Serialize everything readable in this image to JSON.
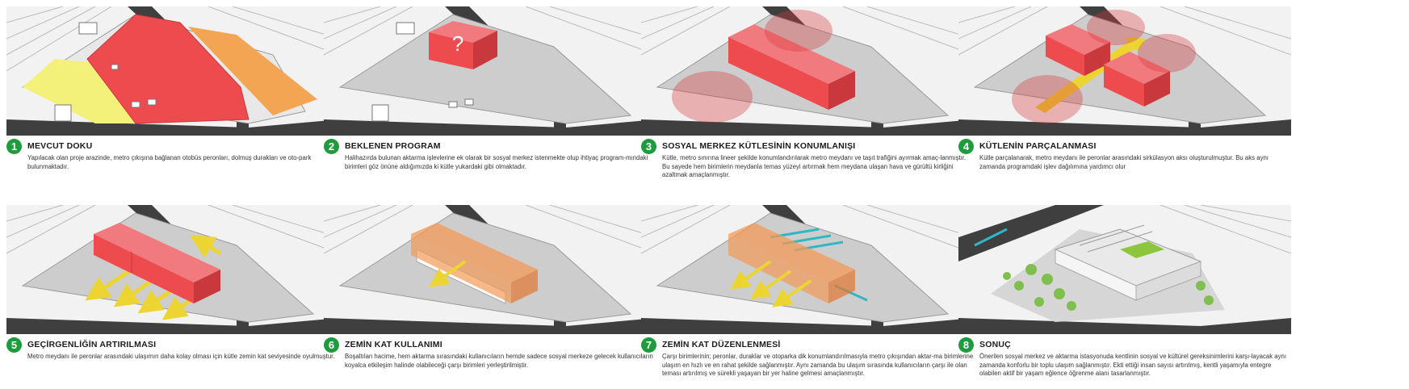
{
  "steps": [
    {
      "number": "1",
      "title": "MEVCUT DOKU",
      "text": "Yapılacak olan proje arazinde, metro çıkışına bağlanan otobüs peronları, dolmuş durakları ve oto-park bulunmaktadır."
    },
    {
      "number": "2",
      "title": "BEKLENEN PROGRAM",
      "text": "Halihazırda bulunan aktarma işlevlerine ek olarak bir sosyal merkez istenmekte olup ihtiyaç program-mındaki birimleri göz önüne aldığımızda ki kütle yukardaki gibi olmaktadır.",
      "symbol": "?"
    },
    {
      "number": "3",
      "title": "SOSYAL MERKEZ KÜTLESİNİN KONUMLANIŞI",
      "text": "Kütle, metro sınırına lineer şekilde konumlandırılarak metro meydanı ve taşıt trafiğini ayırmak amaç-lanmıştır. Bu sayede hem birimlerin meydanla temas yüzeyi artırmak hem meydana ulaşan hava ve gürültü kirliğini azaltmak amaçlanmıştır."
    },
    {
      "number": "4",
      "title": "KÜTLENİN PARÇALANMASI",
      "text": "Kütle parçalanarak, metro meydanı ile peronlar arasındaki sirkülasyon aksı oluşturulmuştur. Bu aks aynı zamanda programdaki işlev dağılımına yardımcı olur"
    },
    {
      "number": "5",
      "title": "GEÇİRGENLİĞİN ARTIRILMASI",
      "text": "Metro meydanı ile peronlar arasındaki ulaşımın daha kolay olması için kütle zemin kat seviyesinde oyulmuştur."
    },
    {
      "number": "6",
      "title": "ZEMİN KAT KULLANIMI",
      "text": "Boşaltılan hacime, hem aktarma sırasındaki kullanıcıların hemde sadece sosyal merkeze gelecek kullanıcıların koyalca etkileşim halinde olabileceği çarşı birimleri yerleştirilmiştir."
    },
    {
      "number": "7",
      "title": "ZEMİN KAT DÜZENLENMESİ",
      "text": "Çarşı birimlerinin; peronlar, duraklar ve otoparka dik konumlandırılmasıyla metro çıkışından aktar-ma birimlerine ulaşım en hızlı ve en rahat şekilde sağlanmıştır. Aynı zamanda bu ulaşım sırasında kullanıcıların çarşı ile olan teması artırılmış ve sürekli yaşayan bir yer haline gelmesi amaçlanmıştır."
    },
    {
      "number": "8",
      "title": "SONUÇ",
      "text": "Önerilen sosyal merkez ve aktarma istasyonuda kentlinin sosyal ve kültürel gereksinimlerini karşı-layacak aynı zamanda konforlu bir toplu ulaşım sağlanmıştır. Ekti ettiği insan sayısı artırılmış, kentli yaşamıyla entegre olabilen aktif bir yaşam eğlence öğrenme alanı tasarlanmıştır."
    }
  ],
  "colors": {
    "badge": "#1e9b3c",
    "mass": "#ee4b4f",
    "road": "#3f3f3f",
    "site": "#cdcdcd",
    "zone_yellow": "#f4f17a",
    "zone_orange": "#f3a553",
    "axis": "#ecd533",
    "glass": "#f39a57"
  }
}
